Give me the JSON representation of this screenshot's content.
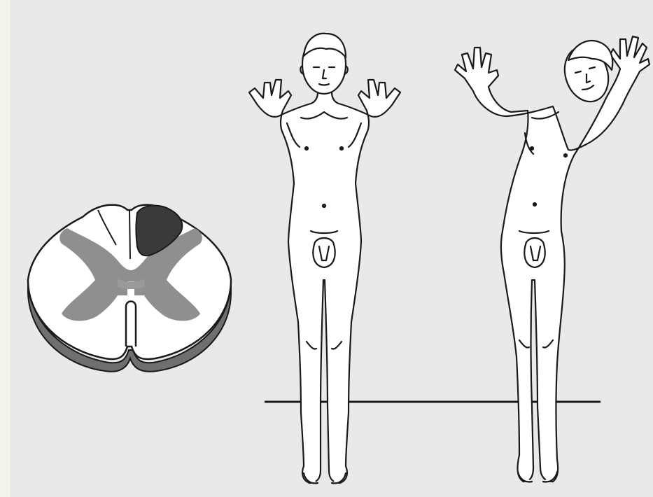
{
  "colors": {
    "page_background": "#ffffff",
    "scan_background": "#e9e9e9",
    "left_strip": "#f4f4ea",
    "line": "#1a1a1a",
    "white_matter": "#ffffff",
    "gray_matter": "#8f8f8f",
    "lesion": "#3a3a3a",
    "cord_shadow": "#6f6f6f"
  },
  "figure": {
    "parts": [
      "spinal-cord-cross-section",
      "lesion-dorsal-column",
      "standing-figure-eyes-open",
      "standing-figure-eyes-closed-swaying",
      "floor-line"
    ]
  }
}
